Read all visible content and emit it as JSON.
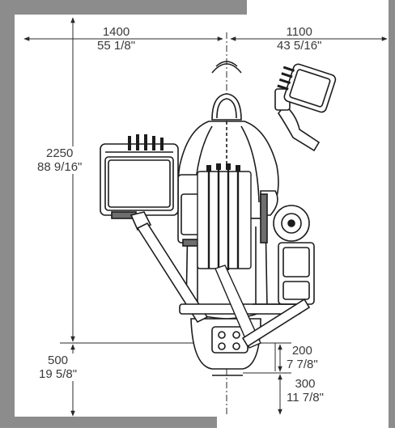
{
  "dimensions": {
    "width_left": {
      "metric": "1400",
      "imperial": "55 1/8\""
    },
    "width_right": {
      "metric": "1100",
      "imperial": "43 5/16\""
    },
    "depth_total": {
      "metric": "2250",
      "imperial": "88 9/16\""
    },
    "rear_clearance": {
      "metric": "500",
      "imperial": "19 5/8\""
    },
    "offset_a": {
      "metric": "200",
      "imperial": "7 7/8\""
    },
    "offset_b": {
      "metric": "300",
      "imperial": "11 7/8\""
    }
  },
  "colors": {
    "wall": "#8c8c8c",
    "line": "#2a2a2a",
    "equipment": "#1c1c1c",
    "panel": "#6e6e6e"
  }
}
